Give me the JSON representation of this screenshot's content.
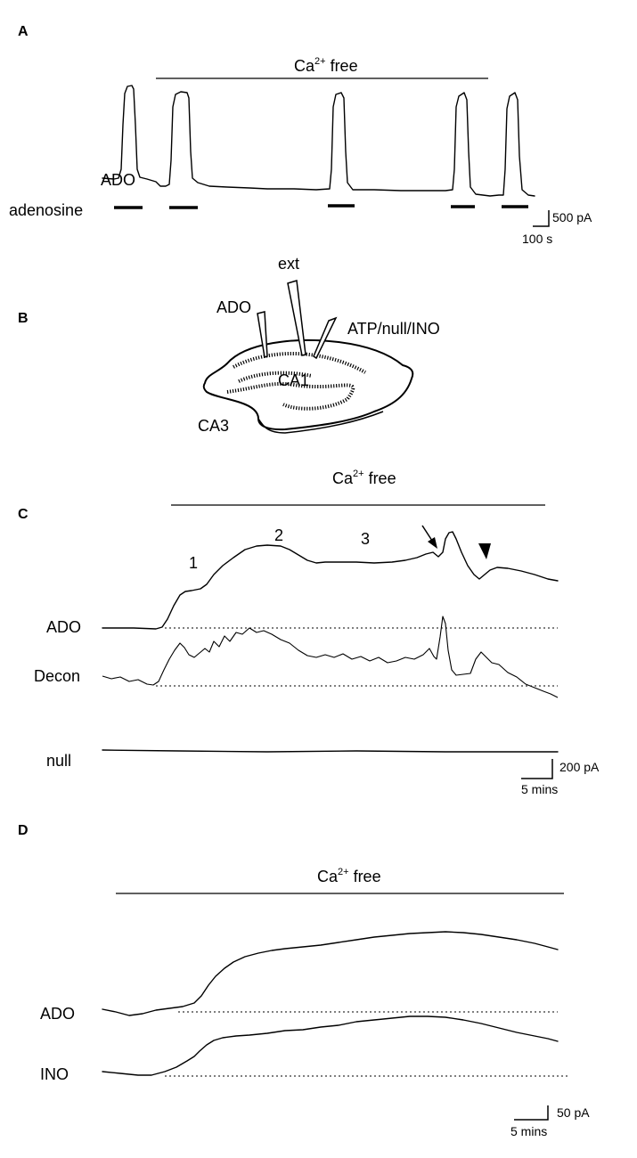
{
  "panels": {
    "a": {
      "letter": "A",
      "ca_label": "Ca",
      "ca_sup": "2+",
      "ca_suffix": " free",
      "trace_label": "ADO",
      "application_label": "adenosine",
      "scale_current": "500 pA",
      "scale_time": "100 s"
    },
    "b": {
      "letter": "B",
      "ext_label": "ext",
      "ado_label": "ADO",
      "right_pipette_label": "ATP/null/INO",
      "ca1_label": "CA1",
      "ca3_label": "CA3"
    },
    "c": {
      "letter": "C",
      "ca_label": "Ca",
      "ca_sup": "2+",
      "ca_suffix": " free",
      "phase_labels": [
        "1",
        "2",
        "3"
      ],
      "trace_labels": [
        "ADO",
        "Decon",
        "null"
      ],
      "scale_current": "200 pA",
      "scale_time": "5 mins"
    },
    "d": {
      "letter": "D",
      "ca_label": "Ca",
      "ca_sup": "2+",
      "ca_suffix": " free",
      "trace_labels": [
        "ADO",
        "INO"
      ],
      "scale_current": "50 pA",
      "scale_time": "5 mins"
    }
  }
}
